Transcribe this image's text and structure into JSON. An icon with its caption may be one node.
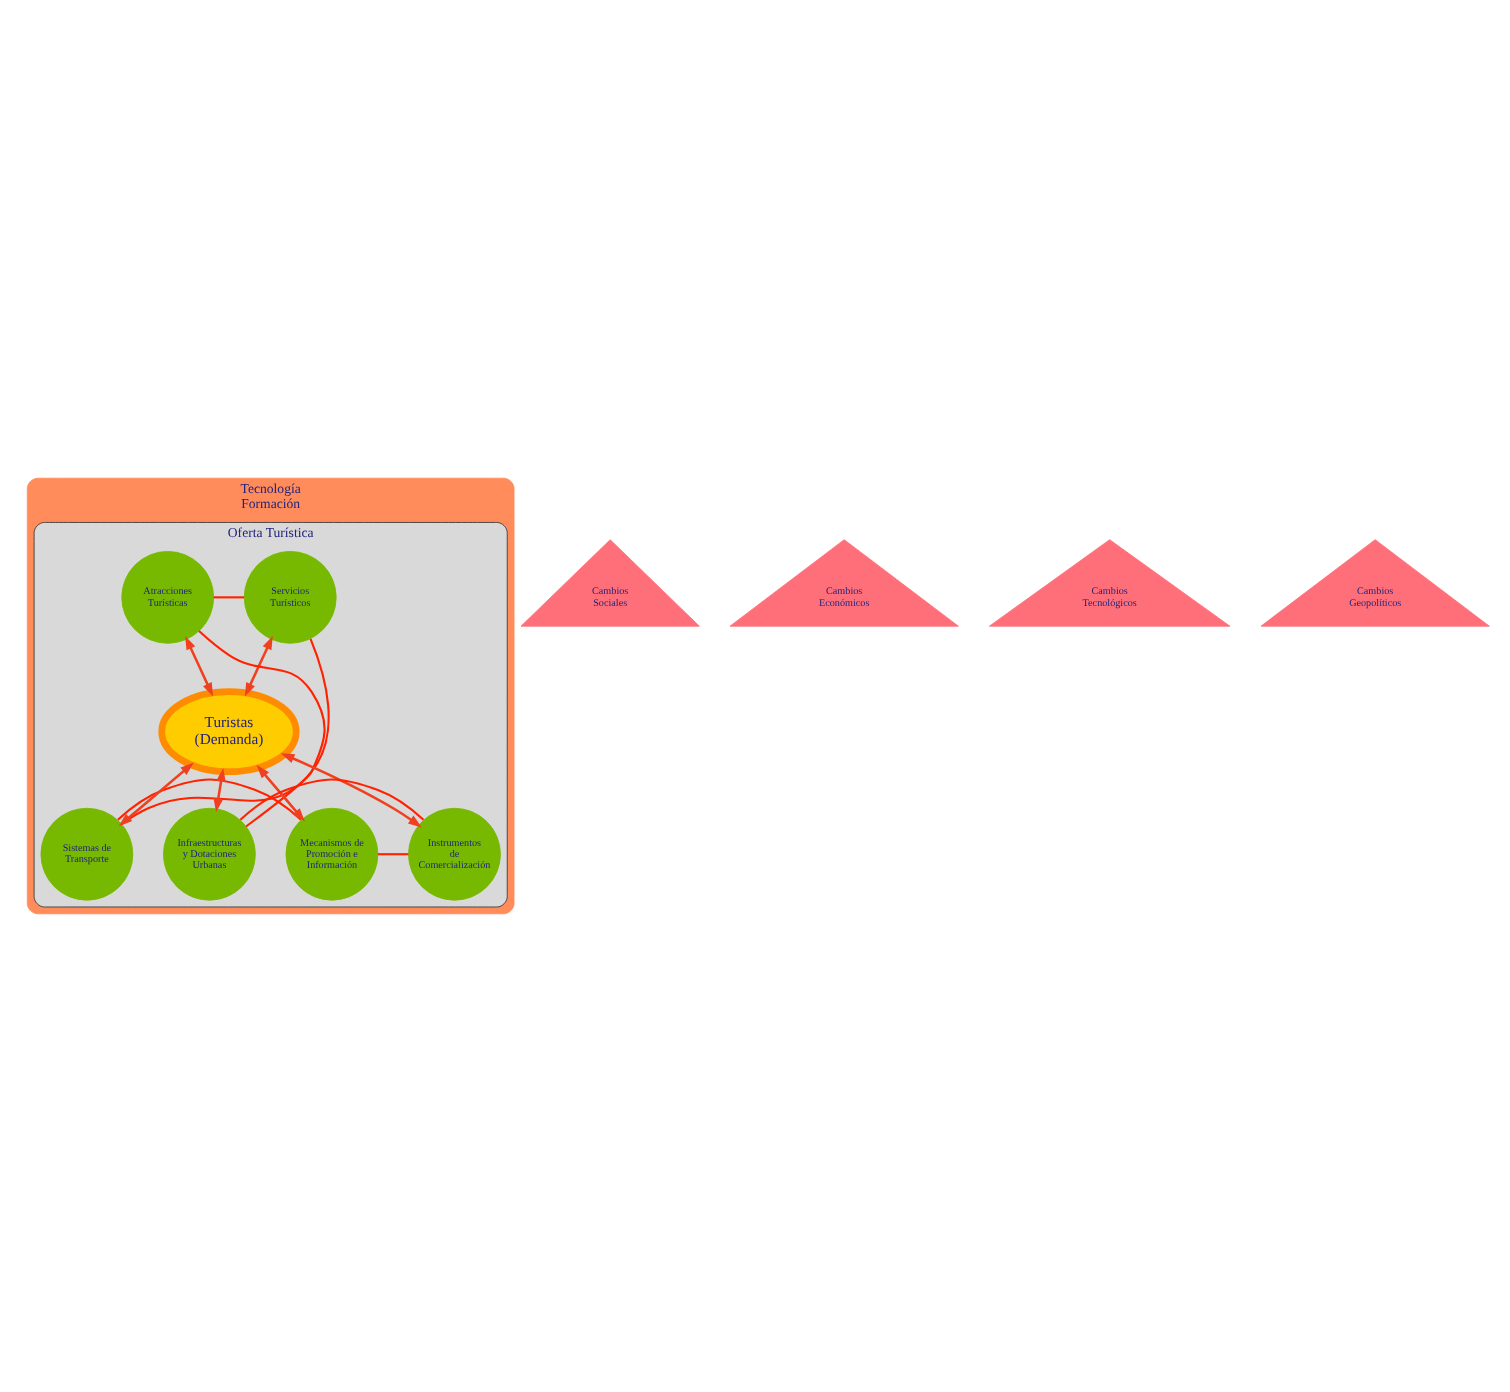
{
  "diagram": {
    "nodes": [
      {
        "text": [
          "Tecnología",
          "Formación"
        ]
      },
      {
        "text": [
          "Oferta Turística"
        ],
        "in": 0
      },
      {
        "text": [
          "Servicios Turísticos"
        ],
        "in": 1
      },
      {
        "text": [
          "Atracciones Turísticas"
        ],
        "in": 1
      },
      {
        "text": [
          "Sistemas de Transporte"
        ],
        "in": 1
      },
      {
        "text": [
          "Turistas (Demanda)"
        ],
        "in": 1
      },
      {
        "text": [
          "Infraestructuras y Dotaciones Urbanas"
        ],
        "in": 1
      },
      {
        "text": [
          "Mecanismos de Promoción e Información"
        ],
        "in": 1
      },
      {
        "text": [
          "Instrumentos de Comercialización"
        ],
        "in": 1
      },
      {
        "text": [
          "Cambios Sociales"
        ]
      },
      {
        "text": [
          "Cambios Económicos"
        ]
      },
      {
        "text": [
          "Cambios Tecnológicos"
        ]
      },
      {
        "text": [
          "Cambios Geopolíticos"
        ]
      }
    ],
    "edges": [
      {
        "from": 2,
        "to": 5,
        "arrow": "both"
      },
      {
        "from": 3,
        "to": 5,
        "arrow": "both"
      },
      {
        "from": 5,
        "to": 4,
        "arrow": "both"
      },
      {
        "from": 5,
        "to": 6,
        "arrow": "both"
      },
      {
        "from": 5,
        "to": 7,
        "arrow": "both"
      },
      {
        "from": 5,
        "to": 8,
        "arrow": "both"
      },
      {
        "from": 2,
        "to": 3,
        "arrow": "none"
      },
      {
        "from": 3,
        "to": 6,
        "arrow": "none"
      },
      {
        "from": 6,
        "to": 8,
        "arrow": "none"
      },
      {
        "from": 7,
        "to": 8,
        "arrow": "none"
      },
      {
        "from": 4,
        "to": 7,
        "arrow": "none"
      },
      {
        "from": 2,
        "to": 4,
        "arrow": "none"
      }
    ]
  }
}
